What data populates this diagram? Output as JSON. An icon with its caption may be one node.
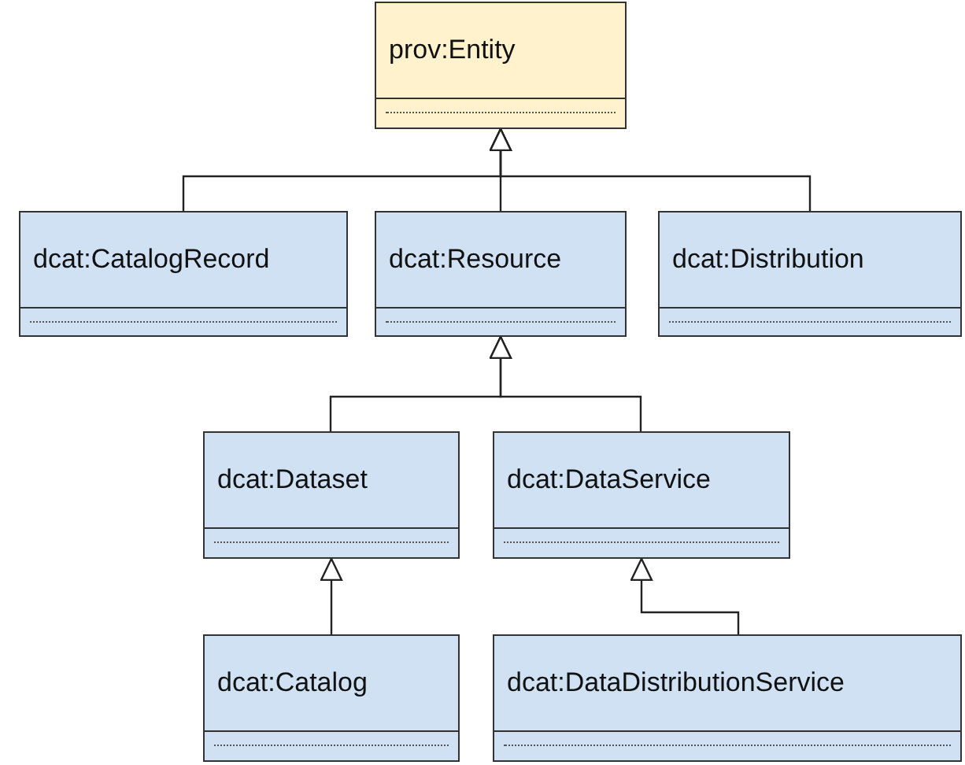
{
  "diagram": {
    "nodes": [
      {
        "text": [
          "prov:Entity"
        ]
      },
      {
        "text": [
          "dcat:CatalogRecord"
        ]
      },
      {
        "text": [
          "dcat:Resource"
        ]
      },
      {
        "text": [
          "dcat:Distribution"
        ]
      },
      {
        "text": [
          "dcat:Dataset"
        ]
      },
      {
        "text": [
          "dcat:DataService"
        ]
      },
      {
        "text": [
          "dcat:Catalog"
        ]
      },
      {
        "text": [
          "dcat:DataDistributionService"
        ]
      }
    ],
    "edges": [
      {
        "from": 1,
        "to": 0,
        "arrow": "to"
      },
      {
        "from": 2,
        "to": 0,
        "arrow": "to"
      },
      {
        "from": 3,
        "to": 0,
        "arrow": "to"
      },
      {
        "from": 4,
        "to": 2,
        "arrow": "to"
      },
      {
        "from": 5,
        "to": 2,
        "arrow": "to"
      },
      {
        "from": 6,
        "to": 4,
        "arrow": "to"
      },
      {
        "from": 7,
        "to": 5,
        "arrow": "to"
      }
    ]
  }
}
